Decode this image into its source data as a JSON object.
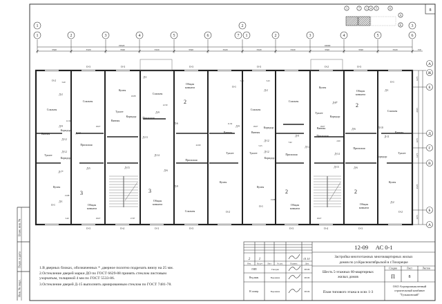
{
  "sheet_number": "8",
  "axes_top": {
    "group_labels": [
      "1",
      "2",
      "3"
    ],
    "marks": [
      "1",
      "2",
      "3",
      "4",
      "5",
      "6",
      "7",
      "1",
      "2",
      "3",
      "4",
      "5",
      "6"
    ],
    "overall_dims": [
      "19920",
      "16600"
    ],
    "span_dim": "3320",
    "end_dim": "150"
  },
  "key_plan": {
    "marks": [
      "1",
      "7",
      "1",
      "4",
      "5",
      "6"
    ],
    "rows": [
      "А",
      "Б"
    ]
  },
  "axes_right": {
    "marks": [
      "А",
      "Ж",
      "Е",
      "Д",
      "Г",
      "В",
      "Б",
      "А"
    ],
    "dims": [
      "1475",
      "4525",
      "1475",
      "1475",
      "4525",
      "1475"
    ]
  },
  "rooms": [
    "Кухня",
    "Спальня",
    "Спальня",
    "Спальня",
    "Общая комната",
    "Прихожая",
    "Прихожая",
    "Ванная",
    "Туалет",
    "Ванная",
    "Туалет",
    "Коридор",
    "Коридор",
    "Коридор",
    "Кухня",
    "Общая комната",
    "Общая комната",
    "Прихожая",
    "Спальня",
    "Кухня",
    "Спальня",
    "Спальня",
    "Кухня",
    "Общая комната",
    "Спальня",
    "Прихожая",
    "Прихожая",
    "Прихожая",
    "Кухня",
    "Общая комната",
    "Общая комната",
    "Кухня",
    "Ванная",
    "Ванная",
    "Ванная",
    "Туалет",
    "Туалет",
    "Туалет",
    "Ванная",
    "Туалет",
    "Коридор",
    "Коридор",
    "Коридор",
    "Коридор"
  ],
  "apartment_types": [
    "2",
    "3",
    "3",
    "2",
    "2",
    "2"
  ],
  "areas": [
    "3.40",
    "11.92",
    "18.07",
    "10.08",
    "12.50",
    "22.60",
    "13.88",
    "18.07",
    "17.87",
    "3.40",
    "3.43",
    "11.92",
    "18.07",
    "18.07",
    "13.88",
    "18.07",
    "3.43",
    "5.25",
    "7.62",
    "2.00"
  ],
  "windows": [
    "О-3",
    "О-3",
    "О-3",
    "О-2",
    "О-1",
    "О-3",
    "О-4",
    "О-3",
    "О-3",
    "О-3",
    "О-2",
    "О-3",
    "О-1",
    "О-1",
    "О-2",
    "О-3",
    "О-4",
    "О-3",
    "О-1",
    "О-2"
  ],
  "doors": [
    "Д-1",
    "Д-2",
    "Д-9",
    "Д-10",
    "Д-12",
    "Д-12",
    "Д-9",
    "Д-6",
    "Д-13",
    "Д-14",
    "Д-5",
    "Д-15",
    "Д-6",
    "Д-9",
    "Д-1",
    "Д-2",
    "Д-9",
    "Д-12",
    "Д-12",
    "Д-9",
    "Д-6",
    "Д-14",
    "Д-14",
    "Д-15",
    "Д-6",
    "Д-10",
    "Д-11",
    "Д-1",
    "Д-2",
    "Д-7*",
    "Д-8*"
  ],
  "notes": [
    "1.В дверных блоках, обозначенных * ,дверное полотно подрезать внизу на 25 мм.",
    "2.Остекление дверей марки ДО по ГОСТ 6629-88 принять стеклом листовым",
    "узорчатым, толщиной 4 мм по ГОСТ 5533-86.",
    "3.Остекление дверей  Д-15 выполнить армированным стеклом по ГОСТ 7481-78."
  ],
  "side_strip": [
    "Взам. инв. №",
    "Подп. и дата",
    "Инв. № подл."
  ],
  "stamp": {
    "code": "12-09     АС 0-1",
    "project_line1": "Застройка многоэтажных многоквартирных жилых",
    "project_line2": "домов по ул.Красноктябрьской в г.Тихорецке",
    "object_line1": "Шесть 5-этажных 60-квартирных",
    "object_line2": "жилых домов",
    "sheet_title": "План типового этажа в осях 1-3",
    "stage_header": "Стадия",
    "sheet_header": "Лист",
    "sheets_header": "Листов",
    "stage": "П",
    "sheet": "8",
    "org_line1": "ОАО Агропромышленный",
    "org_line2": "строительный комбинат",
    "org_line3": "\"Тульшинский\"",
    "rev_cols": [
      "Изм.",
      "Кол.уч",
      "Лист",
      "№ док.",
      "Подпись",
      "Дата"
    ],
    "rev_entry": [
      "2",
      "1",
      "",
      "",
      "",
      "01.10"
    ],
    "roles": [
      {
        "role": "ГИП",
        "name": "Гвоздев",
        "date": "08.09"
      },
      {
        "role": "Вед.инж.",
        "name": "Воронина",
        "date": "08.09"
      },
      {
        "role": "Н. контр.",
        "name": "Воронина",
        "date": "08.09"
      }
    ]
  }
}
